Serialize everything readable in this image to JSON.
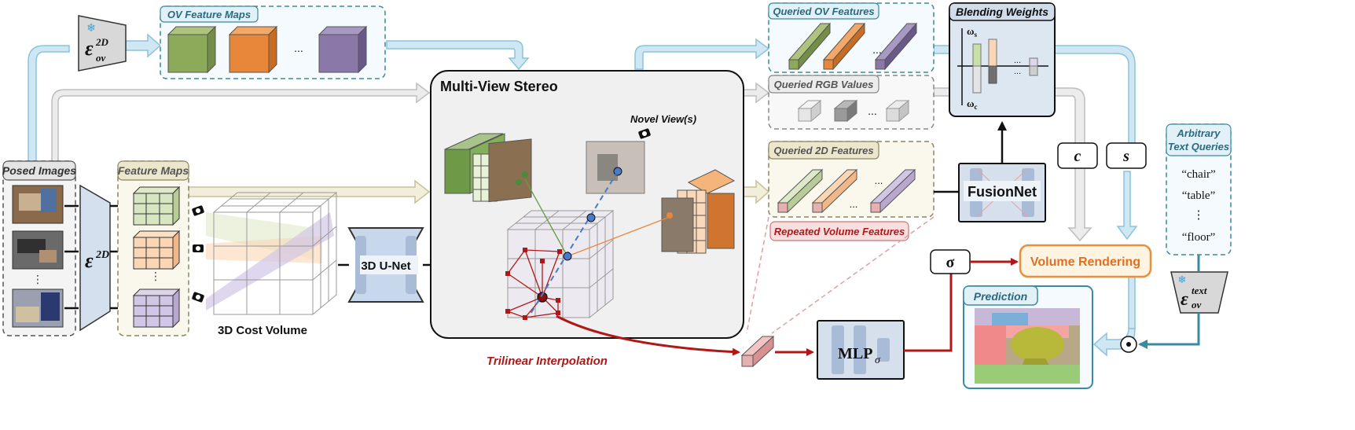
{
  "labels": {
    "ov_feature_maps": "OV Feature Maps",
    "queried_ov_features": "Queried OV Features",
    "queried_rgb_values": "Queried RGB Values",
    "queried_2d_features": "Queried 2D Features",
    "repeated_volume_features": "Repeated Volume Features",
    "blending_weights": "Blending Weights",
    "posed_images": "Posed Images",
    "feature_maps": "Feature Maps",
    "multi_view_stereo": "Multi-View Stereo",
    "novel_views": "Novel View(s)",
    "cost_volume": "3D Cost Volume",
    "unet": "3D U-Net",
    "trilinear": "Trilinear Interpolation",
    "fusionnet": "FusionNet",
    "mlp_main": "MLP",
    "mlp_sub": "σ",
    "volume_rendering": "Volume Rendering",
    "prediction": "Prediction",
    "arbitrary_1": "Arbitrary",
    "arbitrary_2": "Text Queries",
    "sigma": "σ",
    "c": "c",
    "s": "s",
    "dots": "...",
    "vdots": "⋮",
    "odot": "⊙",
    "omega_s": "ω",
    "omega_s_sub": "s",
    "omega_c": "ω",
    "omega_c_sub": "c",
    "enc_ov_main": "ε",
    "enc_ov_sup": "2D",
    "enc_ov_sub": "ov",
    "enc_2d_main": "ε",
    "enc_2d_sup": "2D",
    "enc_text_main": "ε",
    "enc_text_sup": "text",
    "enc_text_sub": "ov",
    "snowflake": "❄"
  },
  "text_queries": [
    "“chair”",
    "“table”",
    "⋮",
    "“floor”"
  ],
  "colors": {
    "light_blue": "#a9d3e8",
    "teal_border": "#3b8aa0",
    "gray_arrow": "#c9c9c9",
    "olive_arrow": "#ddd6b8",
    "dark_red": "#b01818",
    "orange": "#e89040",
    "green_cube": "#8caa5a",
    "orange_cube": "#e8873a",
    "purple_cube": "#8a78a8"
  }
}
